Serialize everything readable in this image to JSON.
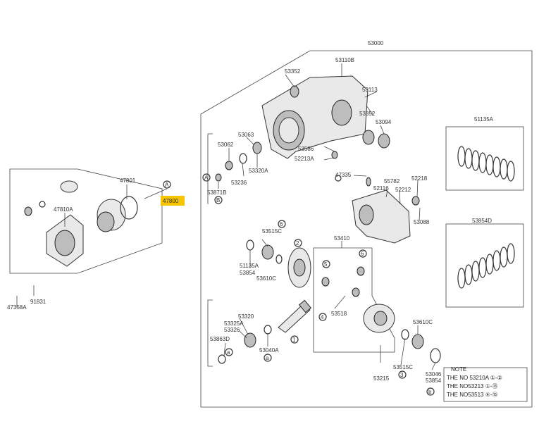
{
  "labels": {
    "l53000": "53000",
    "l53110B": "53110B",
    "l53352a": "53352",
    "l53113": "53113",
    "l53352b": "53352",
    "l53094": "53094",
    "l53586": "53586",
    "l52213A": "52213A",
    "l53062": "53062",
    "l53063": "53063",
    "l53320A": "53320A",
    "l53236": "53236",
    "l53871B": "53871B",
    "l47335": "47335",
    "l55782": "55782",
    "l52218": "52218",
    "l52116": "52116",
    "l52212": "52212",
    "l53088": "53088",
    "l51135A": "51135A",
    "l53854D": "53854D",
    "l47801": "47801",
    "l47800": "47800",
    "l47810A": "47810A",
    "l91831": "91831",
    "l47358A": "47358A",
    "l53515C": "53515C",
    "l51135A2": "51135A",
    "l53854": "53854",
    "l53610Ca": "53610C",
    "l53410": "53410",
    "l53518": "53518",
    "l53320": "53320",
    "l53325A": "53325A",
    "l53326": "53326",
    "l53863D": "53863D",
    "l53040A": "53040A",
    "l53610Cb": "53610C",
    "l53215": "53215",
    "l53515C2": "53515C",
    "l53046": "53046",
    "l53854b": "53854"
  },
  "callouts": {
    "A": "A",
    "B": "B",
    "one": "1",
    "two": "2",
    "three": "3",
    "four": "4",
    "five": "5",
    "six": "6",
    "a": "a",
    "b": "b"
  },
  "note": {
    "title": "NOTE",
    "line1": "THE NO 53210A ①-②",
    "line2": "THE NO53213 ①-⑬",
    "line3": "THE NO53513 ④-⑮"
  },
  "colors": {
    "highlight": "#f7c400",
    "line": "#444444"
  }
}
